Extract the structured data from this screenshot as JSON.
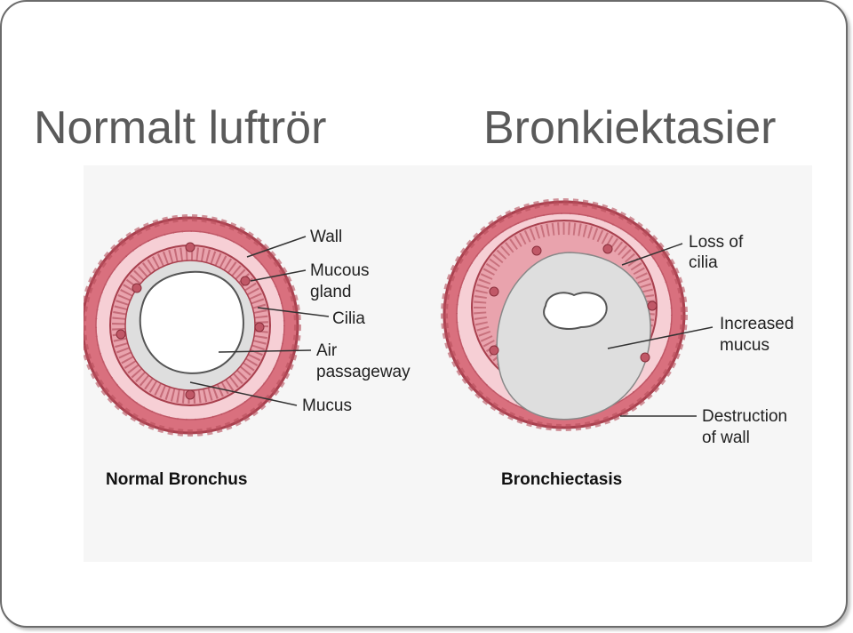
{
  "slide": {
    "title_left": "Normalt luftrör",
    "title_right": "Bronkiektasier"
  },
  "diagram": {
    "normal": {
      "caption": "Normal Bronchus",
      "labels": {
        "wall": "Wall",
        "mucous_gland_1": "Mucous",
        "mucous_gland_2": "gland",
        "cilia": "Cilia",
        "air_1": "Air",
        "air_2": "passageway",
        "mucus": "Mucus"
      }
    },
    "bronchiectasis": {
      "caption": "Bronchiectasis",
      "labels": {
        "loss_1": "Loss of",
        "loss_2": "cilia",
        "increased_1": "Increased",
        "increased_2": "mucus",
        "destruction_1": "Destruction",
        "destruction_2": "of wall"
      }
    },
    "colors": {
      "outer_wall": "#d9707e",
      "wall_dark": "#a8404e",
      "pink_layer": "#f6cfd5",
      "cell_layer": "#e9a3ad",
      "mucus": "#dedede",
      "lumen": "#ffffff",
      "figure_bg": "#f6f6f6",
      "title_text": "#5a5a5a"
    }
  }
}
